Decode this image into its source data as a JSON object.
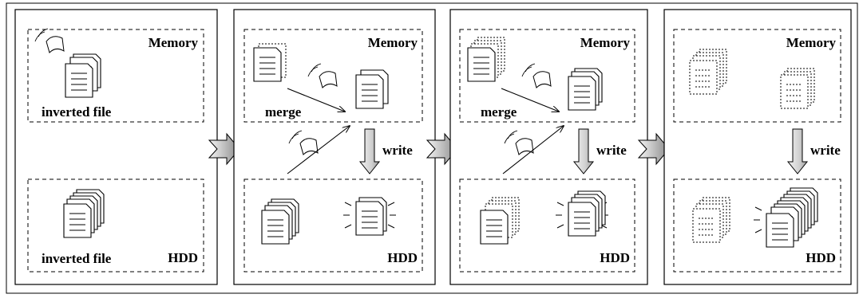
{
  "labels": {
    "memory": "Memory",
    "hdd": "HDD",
    "inverted_file": "inverted file",
    "merge": "merge",
    "write": "write"
  },
  "stages": [
    {
      "index": 1,
      "memory_label": "Memory",
      "hdd_label": "HDD",
      "memory_caption": "inverted file",
      "hdd_caption": "inverted file"
    },
    {
      "index": 2,
      "memory_label": "Memory",
      "hdd_label": "HDD",
      "action_merge": "merge",
      "action_write": "write"
    },
    {
      "index": 3,
      "memory_label": "Memory",
      "hdd_label": "HDD",
      "action_merge": "merge",
      "action_write": "write"
    },
    {
      "index": 4,
      "memory_label": "Memory",
      "hdd_label": "HDD",
      "action_write": "write"
    }
  ],
  "colors": {
    "stroke": "#000000",
    "arrow_fill_light": "#f4f4f4",
    "arrow_fill_dark": "#8a8a8a",
    "background": "#ffffff"
  },
  "icons": [
    "document-icon",
    "document-stack-icon",
    "page-flying-icon",
    "stage-transition-arrow",
    "write-arrow"
  ]
}
